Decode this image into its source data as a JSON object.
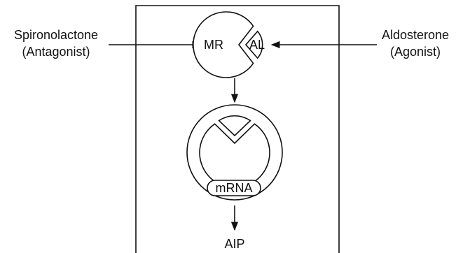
{
  "diagram": {
    "antagonist": {
      "name": "Spironolactone",
      "role": "(Antagonist)"
    },
    "agonist": {
      "name": "Aldosterone",
      "role": "(Agonist)"
    },
    "receptor_label": "MR",
    "ligand_label": "AL",
    "transcript_label": "mRNA",
    "product_label": "AIP"
  }
}
